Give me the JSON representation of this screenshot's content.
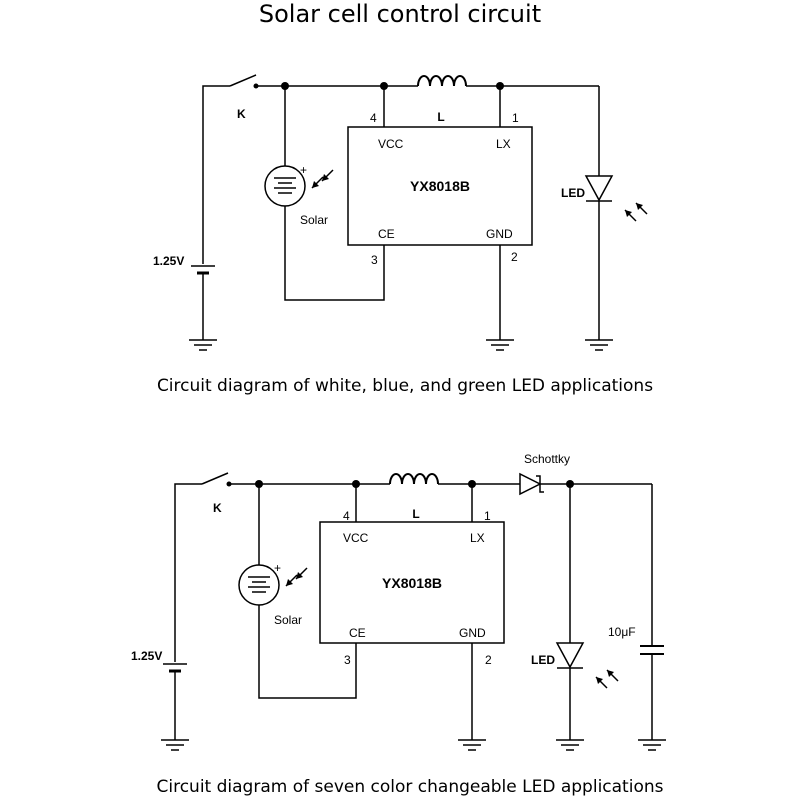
{
  "title": "Solar cell control circuit",
  "diagram1": {
    "caption": "Circuit diagram of white, blue, and green LED applications",
    "switch_label": "K",
    "battery_label": "1.25V",
    "solar_label": "Solar",
    "inductor_label": "L",
    "chip_name": "YX8018B",
    "pin_vcc": "VCC",
    "pin_lx": "LX",
    "pin_ce": "CE",
    "pin_gnd": "GND",
    "pin4": "4",
    "pin1": "1",
    "pin3": "3",
    "pin2": "2",
    "led_label": "LED",
    "plus_sign": "+"
  },
  "diagram2": {
    "caption": "Circuit diagram of seven color changeable LED applications",
    "switch_label": "K",
    "battery_label": "1.25V",
    "solar_label": "Solar",
    "inductor_label": "L",
    "chip_name": "YX8018B",
    "pin_vcc": "VCC",
    "pin_lx": "LX",
    "pin_ce": "CE",
    "pin_gnd": "GND",
    "pin4": "4",
    "pin1": "1",
    "pin3": "3",
    "pin2": "2",
    "schottky_label": "Schottky",
    "led_label": "LED",
    "cap_label": "10μF",
    "plus_sign": "+"
  }
}
